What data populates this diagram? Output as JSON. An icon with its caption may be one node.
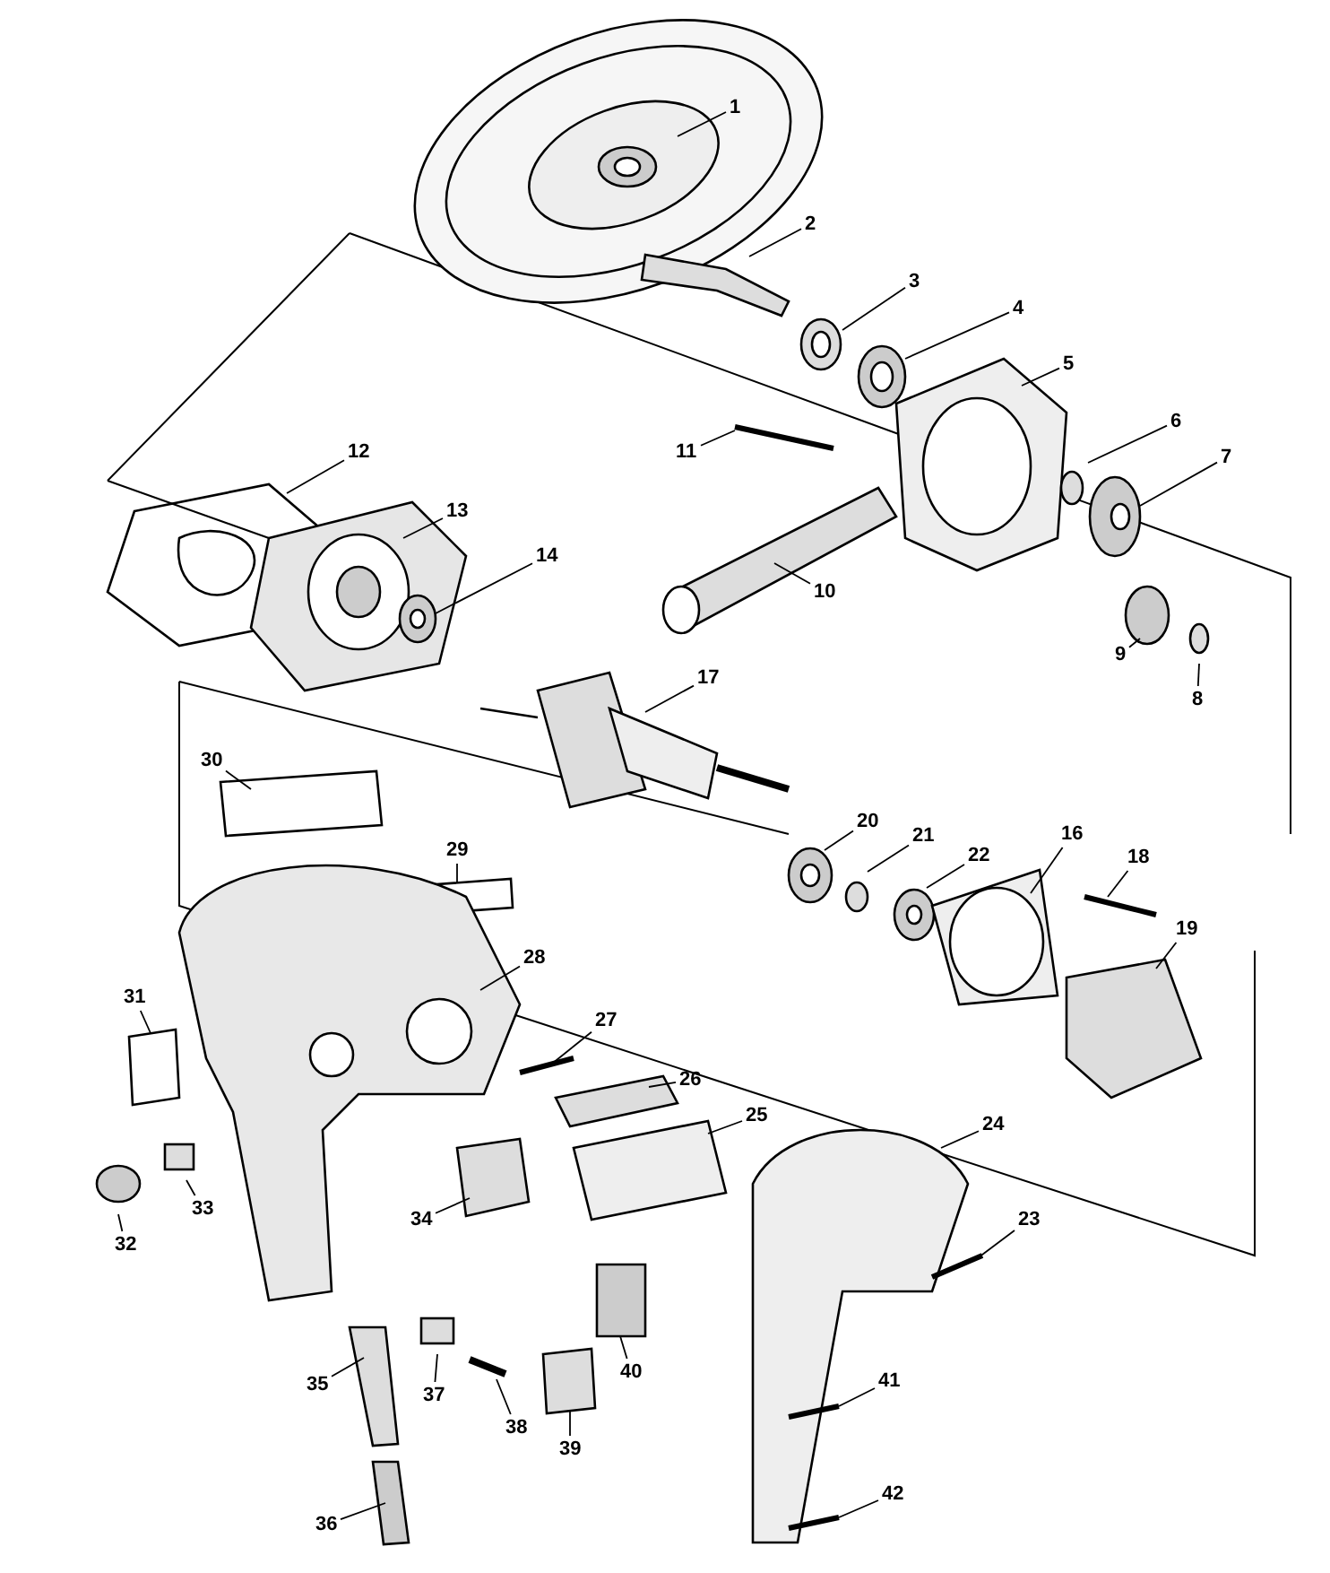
{
  "diagram": {
    "nodes": [
      {
        "text": [
          "1"
        ]
      },
      {
        "text": [
          "2"
        ]
      },
      {
        "text": [
          "3"
        ]
      },
      {
        "text": [
          "4"
        ]
      },
      {
        "text": [
          "5"
        ]
      },
      {
        "text": [
          "6"
        ]
      },
      {
        "text": [
          "7"
        ]
      },
      {
        "text": [
          "8"
        ]
      },
      {
        "text": [
          "9"
        ]
      },
      {
        "text": [
          "10"
        ]
      },
      {
        "text": [
          "11"
        ]
      },
      {
        "text": [
          "12"
        ]
      },
      {
        "text": [
          "13"
        ]
      },
      {
        "text": [
          "14"
        ]
      },
      {
        "text": [
          "16"
        ]
      },
      {
        "text": [
          "17"
        ]
      },
      {
        "text": [
          "18"
        ]
      },
      {
        "text": [
          "19"
        ]
      },
      {
        "text": [
          "20"
        ]
      },
      {
        "text": [
          "21"
        ]
      },
      {
        "text": [
          "22"
        ]
      },
      {
        "text": [
          "23"
        ]
      },
      {
        "text": [
          "24"
        ]
      },
      {
        "text": [
          "25"
        ]
      },
      {
        "text": [
          "26"
        ]
      },
      {
        "text": [
          "27"
        ]
      },
      {
        "text": [
          "28"
        ]
      },
      {
        "text": [
          "29"
        ]
      },
      {
        "text": [
          "30"
        ]
      },
      {
        "text": [
          "31"
        ]
      },
      {
        "text": [
          "32"
        ]
      },
      {
        "text": [
          "33"
        ]
      },
      {
        "text": [
          "34"
        ]
      },
      {
        "text": [
          "35"
        ]
      },
      {
        "text": [
          "36"
        ]
      },
      {
        "text": [
          "37"
        ]
      },
      {
        "text": [
          "38"
        ]
      },
      {
        "text": [
          "39"
        ]
      },
      {
        "text": [
          "40"
        ]
      },
      {
        "text": [
          "41"
        ]
      },
      {
        "text": [
          "42"
        ]
      }
    ],
    "edges": [
      {
        "from": 0,
        "to": null,
        "arrow": "none"
      },
      {
        "from": 1,
        "to": null,
        "arrow": "none"
      },
      {
        "from": 2,
        "to": null,
        "arrow": "none"
      },
      {
        "from": 3,
        "to": null,
        "arrow": "none"
      },
      {
        "from": 4,
        "to": null,
        "arrow": "none"
      },
      {
        "from": 5,
        "to": null,
        "arrow": "none"
      },
      {
        "from": 6,
        "to": null,
        "arrow": "none"
      },
      {
        "from": 7,
        "to": null,
        "arrow": "none"
      },
      {
        "from": 8,
        "to": null,
        "arrow": "none"
      },
      {
        "from": 9,
        "to": null,
        "arrow": "none"
      },
      {
        "from": 10,
        "to": null,
        "arrow": "none"
      },
      {
        "from": 11,
        "to": null,
        "arrow": "none"
      },
      {
        "from": 12,
        "to": null,
        "arrow": "none"
      },
      {
        "from": 13,
        "to": null,
        "arrow": "none"
      },
      {
        "from": 14,
        "to": null,
        "arrow": "none"
      },
      {
        "from": 15,
        "to": null,
        "arrow": "none"
      },
      {
        "from": 16,
        "to": null,
        "arrow": "none"
      },
      {
        "from": 17,
        "to": null,
        "arrow": "none"
      },
      {
        "from": 18,
        "to": null,
        "arrow": "none"
      },
      {
        "from": 19,
        "to": null,
        "arrow": "none"
      },
      {
        "from": 20,
        "to": null,
        "arrow": "none"
      },
      {
        "from": 21,
        "to": null,
        "arrow": "none"
      },
      {
        "from": 22,
        "to": null,
        "arrow": "none"
      },
      {
        "from": 23,
        "to": null,
        "arrow": "none"
      },
      {
        "from": 24,
        "to": null,
        "arrow": "none"
      },
      {
        "from": 25,
        "to": null,
        "arrow": "none"
      },
      {
        "from": 26,
        "to": null,
        "arrow": "none"
      },
      {
        "from": 27,
        "to": null,
        "arrow": "none"
      },
      {
        "from": 28,
        "to": null,
        "arrow": "none"
      },
      {
        "from": 29,
        "to": null,
        "arrow": "none"
      },
      {
        "from": 30,
        "to": null,
        "arrow": "none"
      },
      {
        "from": 31,
        "to": null,
        "arrow": "none"
      },
      {
        "from": 32,
        "to": null,
        "arrow": "none"
      },
      {
        "from": 33,
        "to": null,
        "arrow": "none"
      },
      {
        "from": 34,
        "to": null,
        "arrow": "none"
      },
      {
        "from": 35,
        "to": null,
        "arrow": "none"
      },
      {
        "from": 36,
        "to": null,
        "arrow": "none"
      },
      {
        "from": 37,
        "to": null,
        "arrow": "none"
      },
      {
        "from": 38,
        "to": null,
        "arrow": "none"
      },
      {
        "from": 39,
        "to": null,
        "arrow": "none"
      },
      {
        "from": 40,
        "to": null,
        "arrow": "none"
      }
    ]
  }
}
